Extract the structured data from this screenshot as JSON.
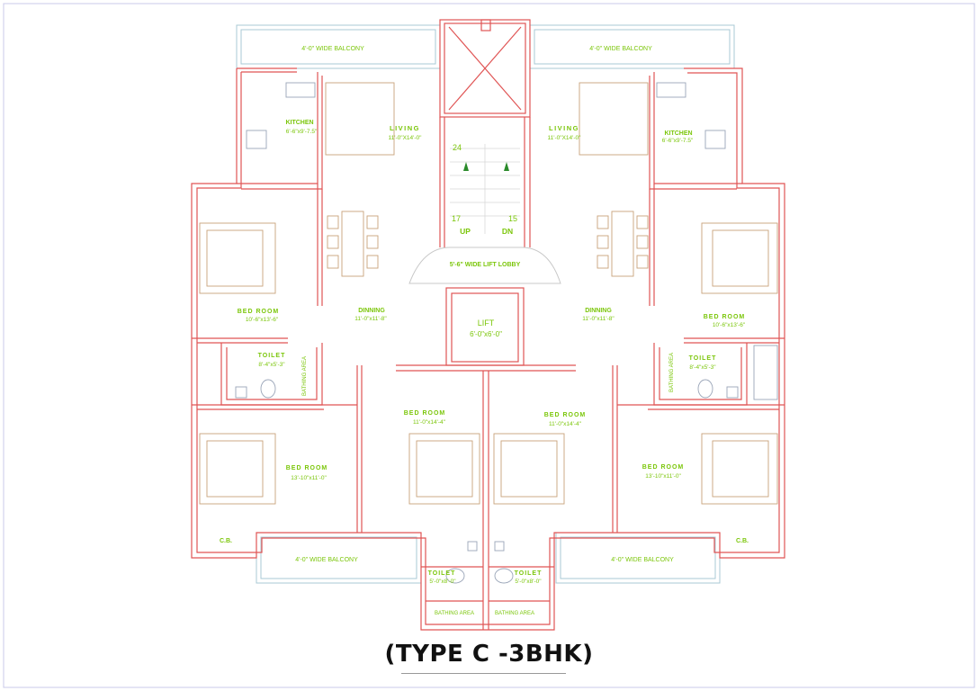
{
  "title": "(TYPE C -3BHK)",
  "colors": {
    "wall": "#e05555",
    "label": "#7bc60a",
    "furniture": "#c9a27a",
    "fixture": "#9aa5b8",
    "balcony": "#a9c9d4"
  },
  "icons": {
    "stair_arrow": "arrow-up-icon",
    "lift_cross": "lift-shaft-icon"
  },
  "labels": {
    "balcony_top_left": "4'-0\" WIDE BALCONY",
    "balcony_top_right": "4'-0\" WIDE BALCONY",
    "balcony_bottom_left": "4'-0\" WIDE BALCONY",
    "balcony_bottom_right": "4'-0\" WIDE BALCONY",
    "kitchen_left": {
      "name": "KITCHEN",
      "size": "6'-6\"x9'-7.5\""
    },
    "kitchen_right": {
      "name": "KITCHEN",
      "size": "6'-6\"x9'-7.5\""
    },
    "living_left": {
      "name": "LIVING",
      "size": "11'-0\"X14'-0\""
    },
    "living_right": {
      "name": "LIVING",
      "size": "11'-0\"X14'-0\""
    },
    "stair": {
      "top": "24",
      "left_num": "17",
      "right_num": "15",
      "up": "UP",
      "dn": "DN"
    },
    "lift_lobby": "5'-6\" WIDE LIFT LOBBY",
    "lift": {
      "name": "LIFT",
      "size": "6'-0\"x6'-0\""
    },
    "dining_left": {
      "name": "DINNING",
      "size": "11'-0\"x11'-8\""
    },
    "dining_right": {
      "name": "DINNING",
      "size": "11'-0\"x11'-8\""
    },
    "bed_tl": {
      "name": "BED ROOM",
      "size": "10'-6\"x13'-6\""
    },
    "bed_tr": {
      "name": "BED ROOM",
      "size": "10'-6\"x13'-6\""
    },
    "toilet_l": {
      "name": "TOILET",
      "size": "8'-4\"x5'-3\""
    },
    "toilet_r": {
      "name": "TOILET",
      "size": "8'-4\"x5'-3\""
    },
    "bathing_l": "BATHING AREA",
    "bathing_r": "BATHING AREA",
    "bed_bl": {
      "name": "BED ROOM",
      "size": "13'-10\"x11'-0\""
    },
    "bed_br": {
      "name": "BED ROOM",
      "size": "13'-10\"x11'-0\""
    },
    "bed_cl": {
      "name": "BED ROOM",
      "size": "11'-0\"x14'-4\""
    },
    "bed_cr": {
      "name": "BED ROOM",
      "size": "11'-0\"x14'-4\""
    },
    "cb_l": "C.B.",
    "cb_r": "C.B.",
    "toilet_cl": {
      "name": "TOILET",
      "size": "5'-0\"x8'-0\""
    },
    "toilet_cr": {
      "name": "TOILET",
      "size": "5'-0\"x8'-0\""
    },
    "bathing_cl": "BATHING AREA",
    "bathing_cr": "BATHING AREA"
  }
}
